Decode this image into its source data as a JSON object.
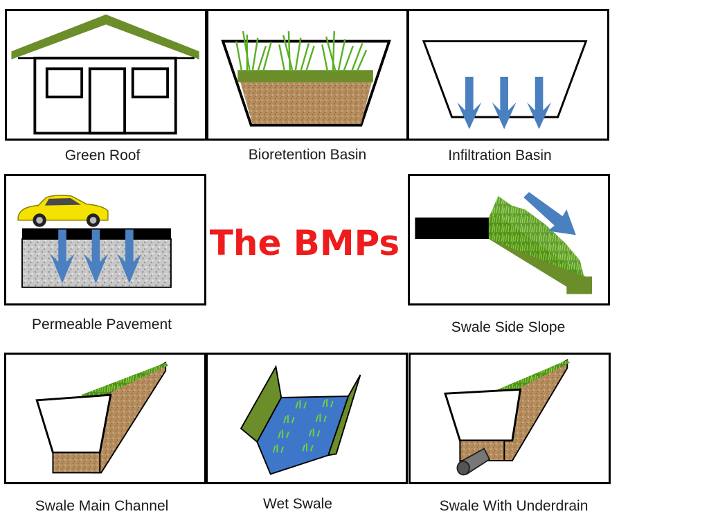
{
  "title": "The BMPs",
  "captions": {
    "green_roof": "Green Roof",
    "bioretention_basin": "Bioretention Basin",
    "infiltration_basin": "Infiltration Basin",
    "permeable_pavement": "Permeable Pavement",
    "swale_side_slope": "Swale Side Slope",
    "swale_main_channel": "Swale Main Channel",
    "wet_swale": "Wet Swale",
    "swale_with_underdrain": "Swale With Underdrain"
  },
  "colors": {
    "title": "#ee1c1c",
    "vegetation": "#6b8e2a",
    "grass": "#4caf1f",
    "soil": "#b58d5e",
    "water_arrow": "#4a7fc0",
    "water": "#3e77c9",
    "gravel": "#bfbfbf",
    "pavement": "#000000",
    "car": "#f4e200"
  }
}
